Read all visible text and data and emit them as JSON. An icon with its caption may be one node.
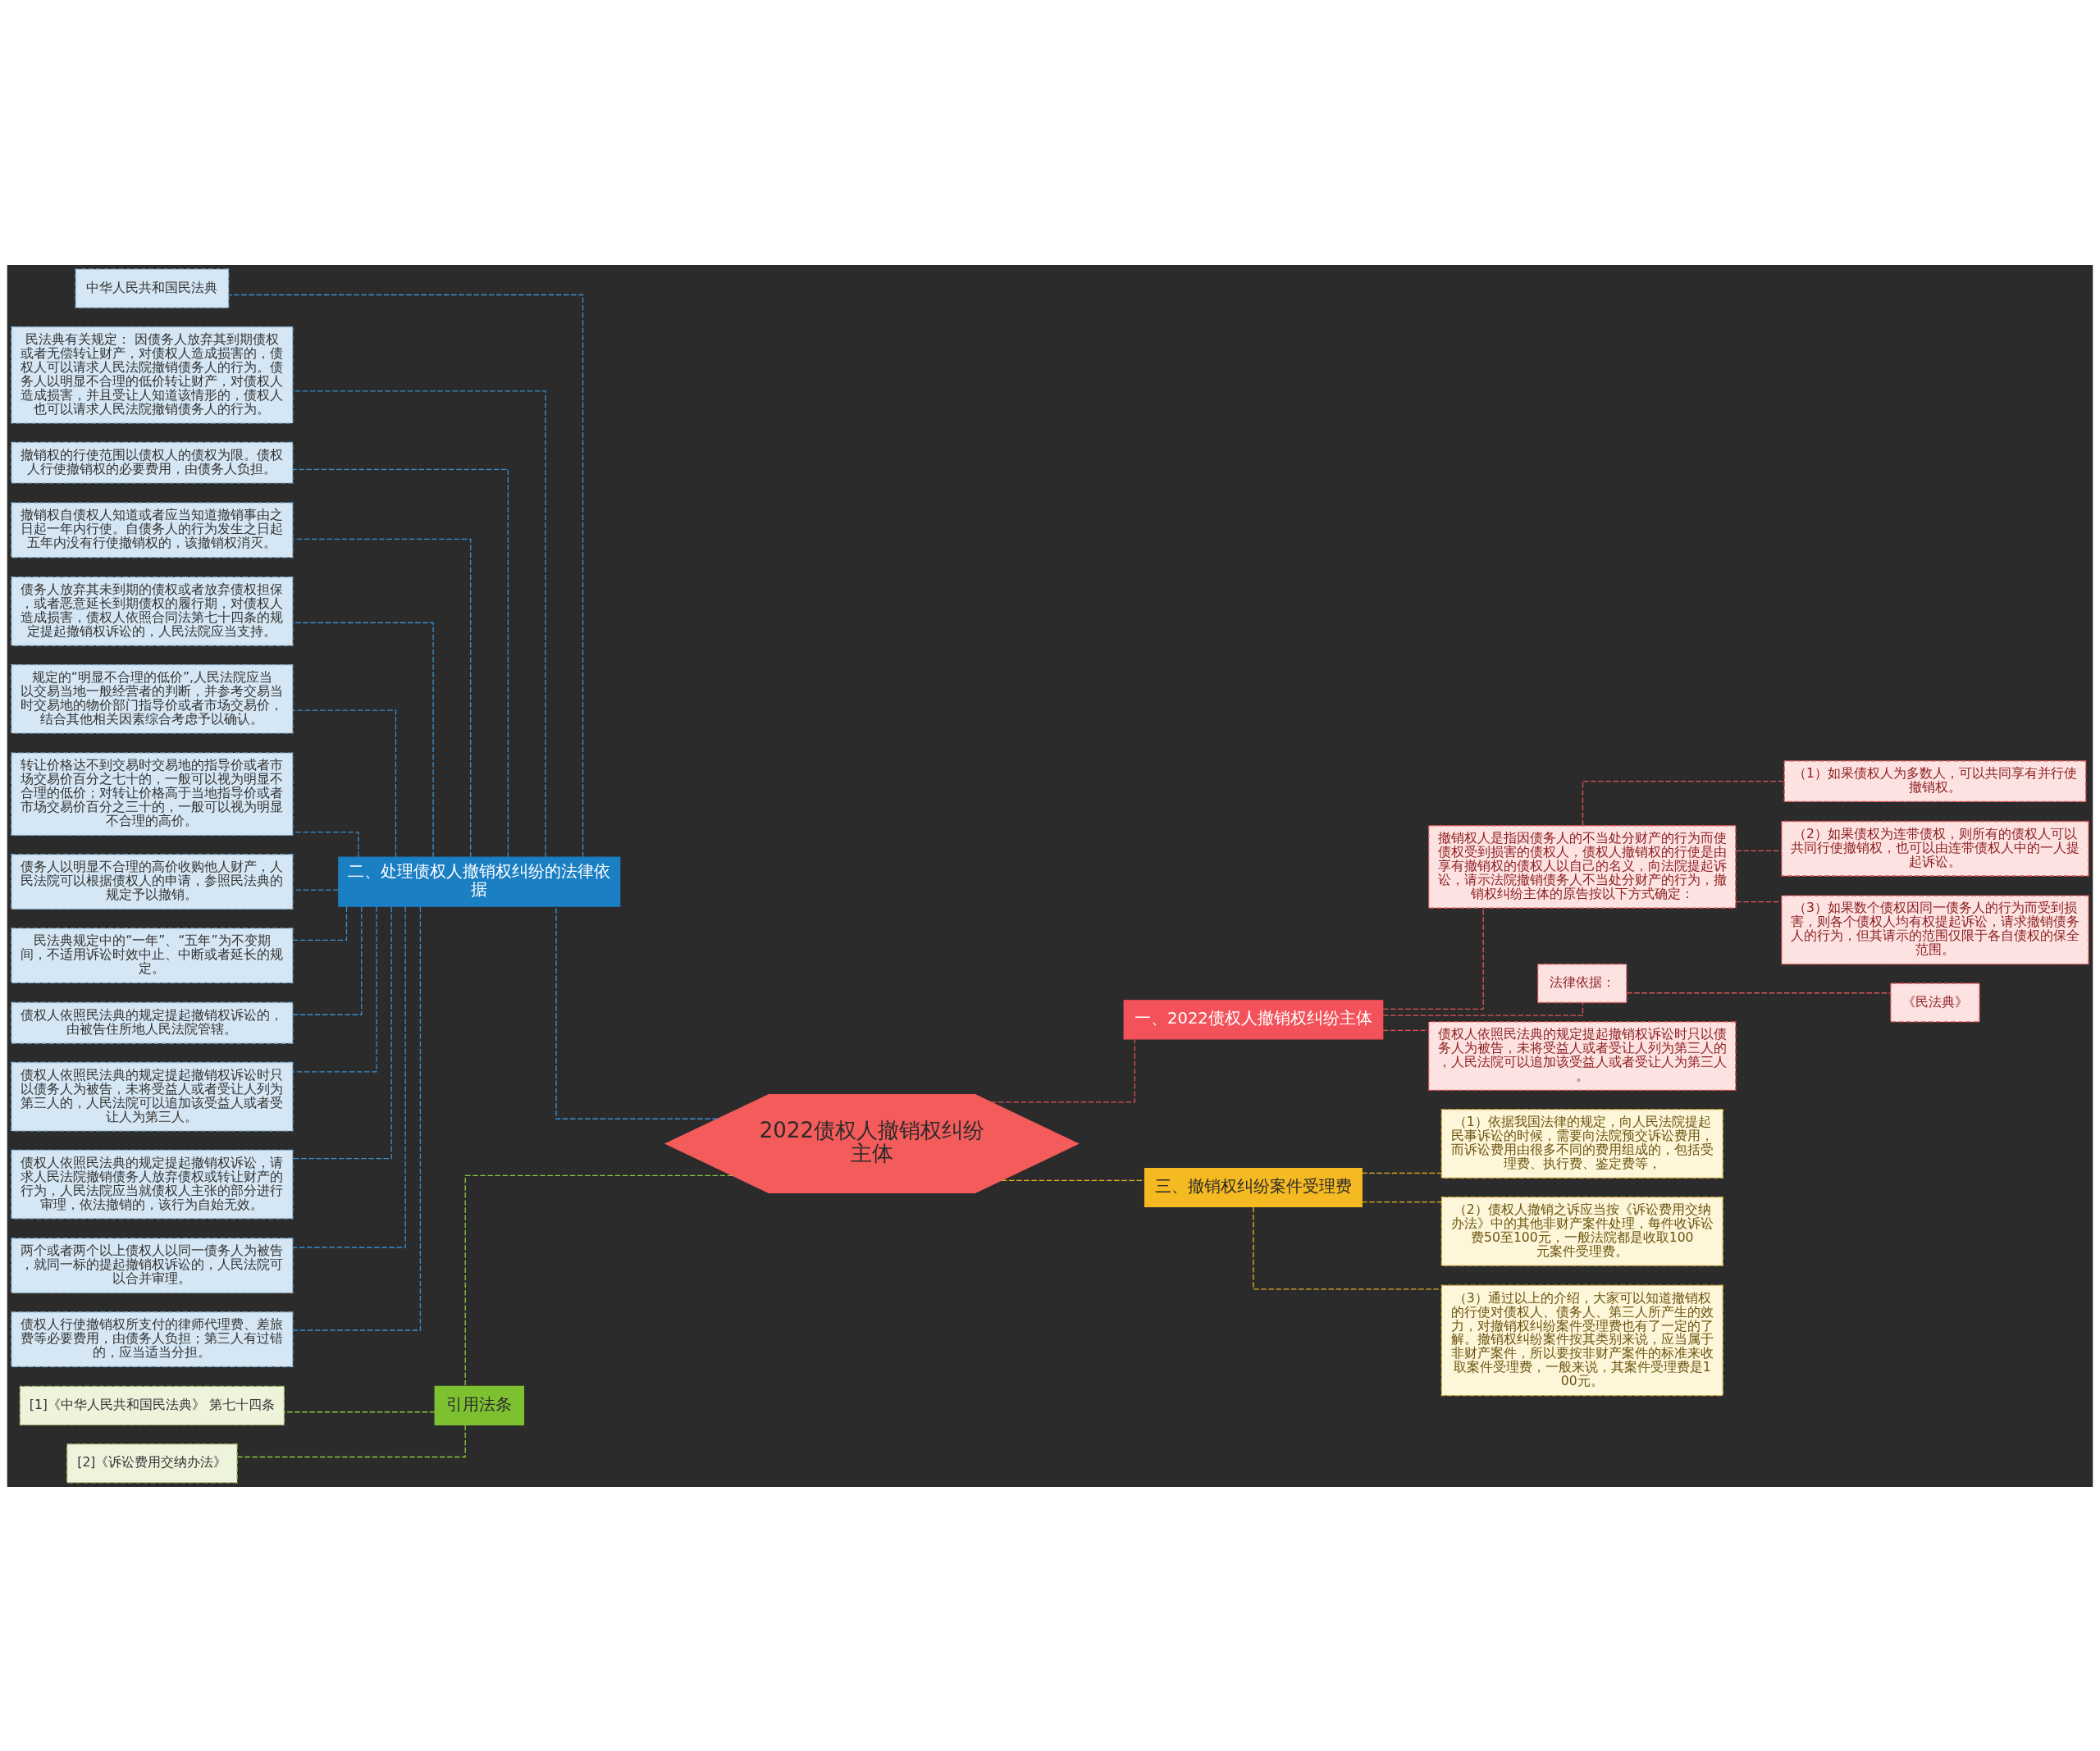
{
  "diagram": {
    "nodes": [
      {
        "text": [
          "2022债权人撤销权纠纷主体"
        ]
      },
      {
        "text": [
          "一、2022债权人撤销权纠纷主体"
        ]
      },
      {
        "text": [
          "撤销权人是指因债务人的不当处分财产的行为而使债权受到损害的债权人，债权人撤销权的行使是由享有撤销权的债权人以自己的名义，向法院提起诉讼，请示法院撤销债务人不当处分财产的行为，撤销权纠纷主体的原告按以下方式确定："
        ]
      },
      {
        "text": [
          "（1）如果债权人为多数人，可以共同享有并行使撤销权。"
        ]
      },
      {
        "text": [
          "（2）如果债权为连带债权，则所有的债权人可以共同行使撤销权，也可以由连带债权人中的一人提起诉讼。"
        ]
      },
      {
        "text": [
          "（3）如果数个债权因同一债务人的行为而受到损害，则各个债权人均有权提起诉讼，请求撤销债务人的行为，但其请示的范围仅限于各自债权的保全范围。"
        ]
      },
      {
        "text": [
          "法律依据："
        ]
      },
      {
        "text": [
          "《民法典》"
        ]
      },
      {
        "text": [
          "债权人依照民法典的规定提起撤销权诉讼时只以债务人为被告，未将受益人或者受让人列为第三人的，人民法院可以追加该受益人或者受让人为第三人。"
        ]
      },
      {
        "text": [
          "二、处理债权人撤销权纠纷的法律依据"
        ]
      },
      {
        "text": [
          "中华人民共和国民法典"
        ]
      },
      {
        "text": [
          "民法典有关规定： 因债务人放弃其到期债权或者无偿转让财产，对债权人造成损害的，债权人可以请求人民法院撤销债务人的行为。债务人以明显不合理的低价转让财产，对债权人造成损害，并且受让人知道该情形的，债权人也可以请求人民法院撤销债务人的行为。"
        ]
      },
      {
        "text": [
          "撤销权的行使范围以债权人的债权为限。债权人行使撤销权的必要费用，由债务人负担。"
        ]
      },
      {
        "text": [
          "撤销权自债权人知道或者应当知道撤销事由之日起一年内行使。自债务人的行为发生之日起五年内没有行使撤销权的，该撤销权消灭。"
        ]
      },
      {
        "text": [
          "债务人放弃其未到期的债权或者放弃债权担保，或者恶意延长到期债权的履行期，对债权人造成损害，债权人依照合同法第七十四条的规定提起撤销权诉讼的，人民法院应当支持。"
        ]
      },
      {
        "text": [
          "规定的“明显不合理的低价”,人民法院应当以交易当地一般经营者的判断，并参考交易当时交易地的物价部门指导价或者市场交易价，结合其他相关因素综合考虑予以确认。"
        ]
      },
      {
        "text": [
          "转让价格达不到交易时交易地的指导价或者市场交易价百分之七十的，一般可以视为明显不合理的低价；对转让价格高于当地指导价或者市场交易价百分之三十的，一般可以视为明显不合理的高价。"
        ]
      },
      {
        "text": [
          "债务人以明显不合理的高价收购他人财产，人民法院可以根据债权人的申请，参照民法典的规定予以撤销。"
        ]
      },
      {
        "text": [
          "民法典规定中的“一年”、“五年”为不变期间，不适用诉讼时效中止、中断或者延长的规定。"
        ]
      },
      {
        "text": [
          "债权人依照民法典的规定提起撤销权诉讼的，由被告住所地人民法院管辖。"
        ]
      },
      {
        "text": [
          "债权人依照民法典的规定提起撤销权诉讼时只以债务人为被告，未将受益人或者受让人列为第三人的，人民法院可以追加该受益人或者受让人为第三人。"
        ]
      },
      {
        "text": [
          "债权人依照民法典的规定提起撤销权诉讼，请求人民法院撤销债务人放弃债权或转让财产的行为，人民法院应当就债权人主张的部分进行审理，依法撤销的，该行为自始无效。"
        ]
      },
      {
        "text": [
          "两个或者两个以上债权人以同一债务人为被告，就同一标的提起撤销权诉讼的，人民法院可以合并审理。"
        ]
      },
      {
        "text": [
          "债权人行使撤销权所支付的律师代理费、差旅费等必要费用，由债务人负担；第三人有过错的，应当适当分担。"
        ]
      },
      {
        "text": [
          "三、撤销权纠纷案件受理费"
        ]
      },
      {
        "text": [
          "（1）依据我国法律的规定，向人民法院提起民事诉讼的时候，需要向法院预交诉讼费用，而诉讼费用由很多不同的费用组成的，包括受理费、执行费、鉴定费等，"
        ]
      },
      {
        "text": [
          "（2）债权人撤销之诉应当按《诉讼费用交纳办法》中的其他非财产案件处理，每件收诉讼费50至100元，一般法院都是收取100元案件受理费。"
        ]
      },
      {
        "text": [
          "（3）通过以上的介绍，大家可以知道撤销权的行使对债权人、债务人、第三人所产生的效力，对撤销权纠纷案件受理费也有了一定的了解。撤销权纠纷案件按其类别来说，应当属于非财产案件，所以要按非财产案件的标准来收取案件受理费，一般来说，其案件受理费是100元。"
        ]
      },
      {
        "text": [
          "引用法条"
        ]
      },
      {
        "text": [
          "[1]《中华人民共和国民法典》 第七十四条"
        ]
      },
      {
        "text": [
          "[2]《诉讼费用交纳办法》"
        ]
      }
    ],
    "edges": [
      {
        "from": 0,
        "to": 1,
        "arrow": "none",
        "color": "#e05555"
      },
      {
        "from": 1,
        "to": 2,
        "arrow": "none",
        "color": "#e05555"
      },
      {
        "from": 2,
        "to": 3,
        "arrow": "none",
        "color": "#e05555"
      },
      {
        "from": 2,
        "to": 4,
        "arrow": "none",
        "color": "#e05555"
      },
      {
        "from": 2,
        "to": 5,
        "arrow": "none",
        "color": "#e05555"
      },
      {
        "from": 1,
        "to": 6,
        "arrow": "none",
        "color": "#e05555"
      },
      {
        "from": 6,
        "to": 7,
        "arrow": "none",
        "color": "#e05555"
      },
      {
        "from": 1,
        "to": 8,
        "arrow": "none",
        "color": "#e05555"
      },
      {
        "from": 0,
        "to": 9,
        "arrow": "none"
      },
      {
        "from": 9,
        "to": 10,
        "arrow": "none"
      },
      {
        "from": 9,
        "to": 11,
        "arrow": "none"
      },
      {
        "from": 9,
        "to": 12,
        "arrow": "none"
      },
      {
        "from": 9,
        "to": 13,
        "arrow": "none"
      },
      {
        "from": 9,
        "to": 14,
        "arrow": "none"
      },
      {
        "from": 9,
        "to": 15,
        "arrow": "none"
      },
      {
        "from": 9,
        "to": 16,
        "arrow": "none"
      },
      {
        "from": 9,
        "to": 17,
        "arrow": "none"
      },
      {
        "from": 9,
        "to": 18,
        "arrow": "none"
      },
      {
        "from": 9,
        "to": 19,
        "arrow": "none"
      },
      {
        "from": 9,
        "to": 20,
        "arrow": "none"
      },
      {
        "from": 9,
        "to": 21,
        "arrow": "none"
      },
      {
        "from": 9,
        "to": 22,
        "arrow": "none"
      },
      {
        "from": 9,
        "to": 23,
        "arrow": "none"
      },
      {
        "from": 0,
        "to": 24,
        "arrow": "none",
        "color": "#e6b422"
      },
      {
        "from": 24,
        "to": 25,
        "arrow": "none",
        "color": "#e6b422"
      },
      {
        "from": 24,
        "to": 26,
        "arrow": "none",
        "color": "#e6b422"
      },
      {
        "from": 24,
        "to": 27,
        "arrow": "none",
        "color": "#e6b422"
      },
      {
        "from": 0,
        "to": 28,
        "arrow": "none",
        "color": "#8cc63f"
      },
      {
        "from": 28,
        "to": 29,
        "arrow": "none",
        "color": "#8cc63f"
      },
      {
        "from": 28,
        "to": 30,
        "arrow": "none",
        "color": "#8cc63f"
      }
    ]
  }
}
